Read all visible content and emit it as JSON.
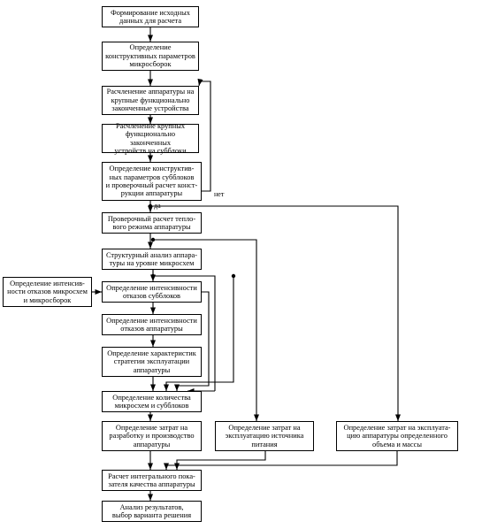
{
  "boxes": {
    "b1": "Формирование исходных\nданных для расчета",
    "b2": "Определение\nконструктивных параметров\nмикросборок",
    "b3": "Расчленение аппаратуры на\nкрупные функционально\nзаконченные устройства",
    "b4": "Расчленение крупных\nфункционально законченных\nустройств на субблоки",
    "b5": "Определение конструктив-\nных параметров субблоков\nи проверочный расчет конст-\nрукции аппаратуры",
    "b6": "Проверочный расчет тепло-\nвого режима аппаратуры",
    "b7": "Структурный анализ аппара-\nтуры на уровне микросхем",
    "b8": "Определение интенсив-\nности отказов микросхем\nи микросборок",
    "b9": "Определение интенсивности\nотказов субблоков",
    "b10": "Определение интенсивности\nотказов аппаратуры",
    "b11": "Определение характеристик\nстратегии эксплуатации\nаппаратуры",
    "b12": "Определение количества\nмикросхем и субблоков",
    "b13": "Определение затрат на\nразработку и производство\nаппаратуры",
    "b14": "Определение затрат на\nэксплуатацию источника\nпитания",
    "b15": "Определение затрат на эксплуата-\nцию аппаратуры определенного\nобъема и массы",
    "b16": "Расчет интегрального пока-\nзателя качества аппаратуры",
    "b17": "Анализ результатов,\nвыбор варианта решения"
  },
  "labels": {
    "no": "нет",
    "yes": "да"
  }
}
